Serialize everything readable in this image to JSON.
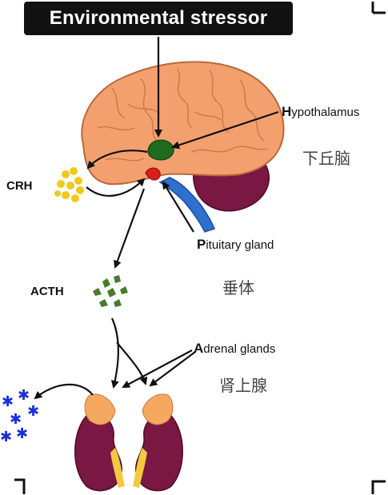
{
  "title": "Environmental stressor",
  "labels": {
    "hypothalamus": "Hypothalamus",
    "hypothalamus_cn": "下丘脑",
    "crh": "CRH",
    "pituitary": "Pituitary gland",
    "pituitary_cn": "垂体",
    "acth": "ACTH",
    "adrenal": "Adrenal glands",
    "adrenal_cn": "肾上腺"
  },
  "colors": {
    "banner": "#111111",
    "brain": "#f4a06e",
    "cerebellum": "#7a1742",
    "hypothalamus": "#1e6b1e",
    "pituitary": "#d81e1e",
    "brainstem": "#2e6fd0",
    "crh_dots": "#f2c81e",
    "acth_dots": "#4a7a2c",
    "cortisol_stars": "#1a2fd6",
    "kidney": "#7a1742",
    "adrenal_gland": "#f5a860"
  },
  "icons": {
    "crh": "yellow-dot-cluster",
    "acth": "green-dot-cluster",
    "cortisol": "blue-star-cluster"
  }
}
